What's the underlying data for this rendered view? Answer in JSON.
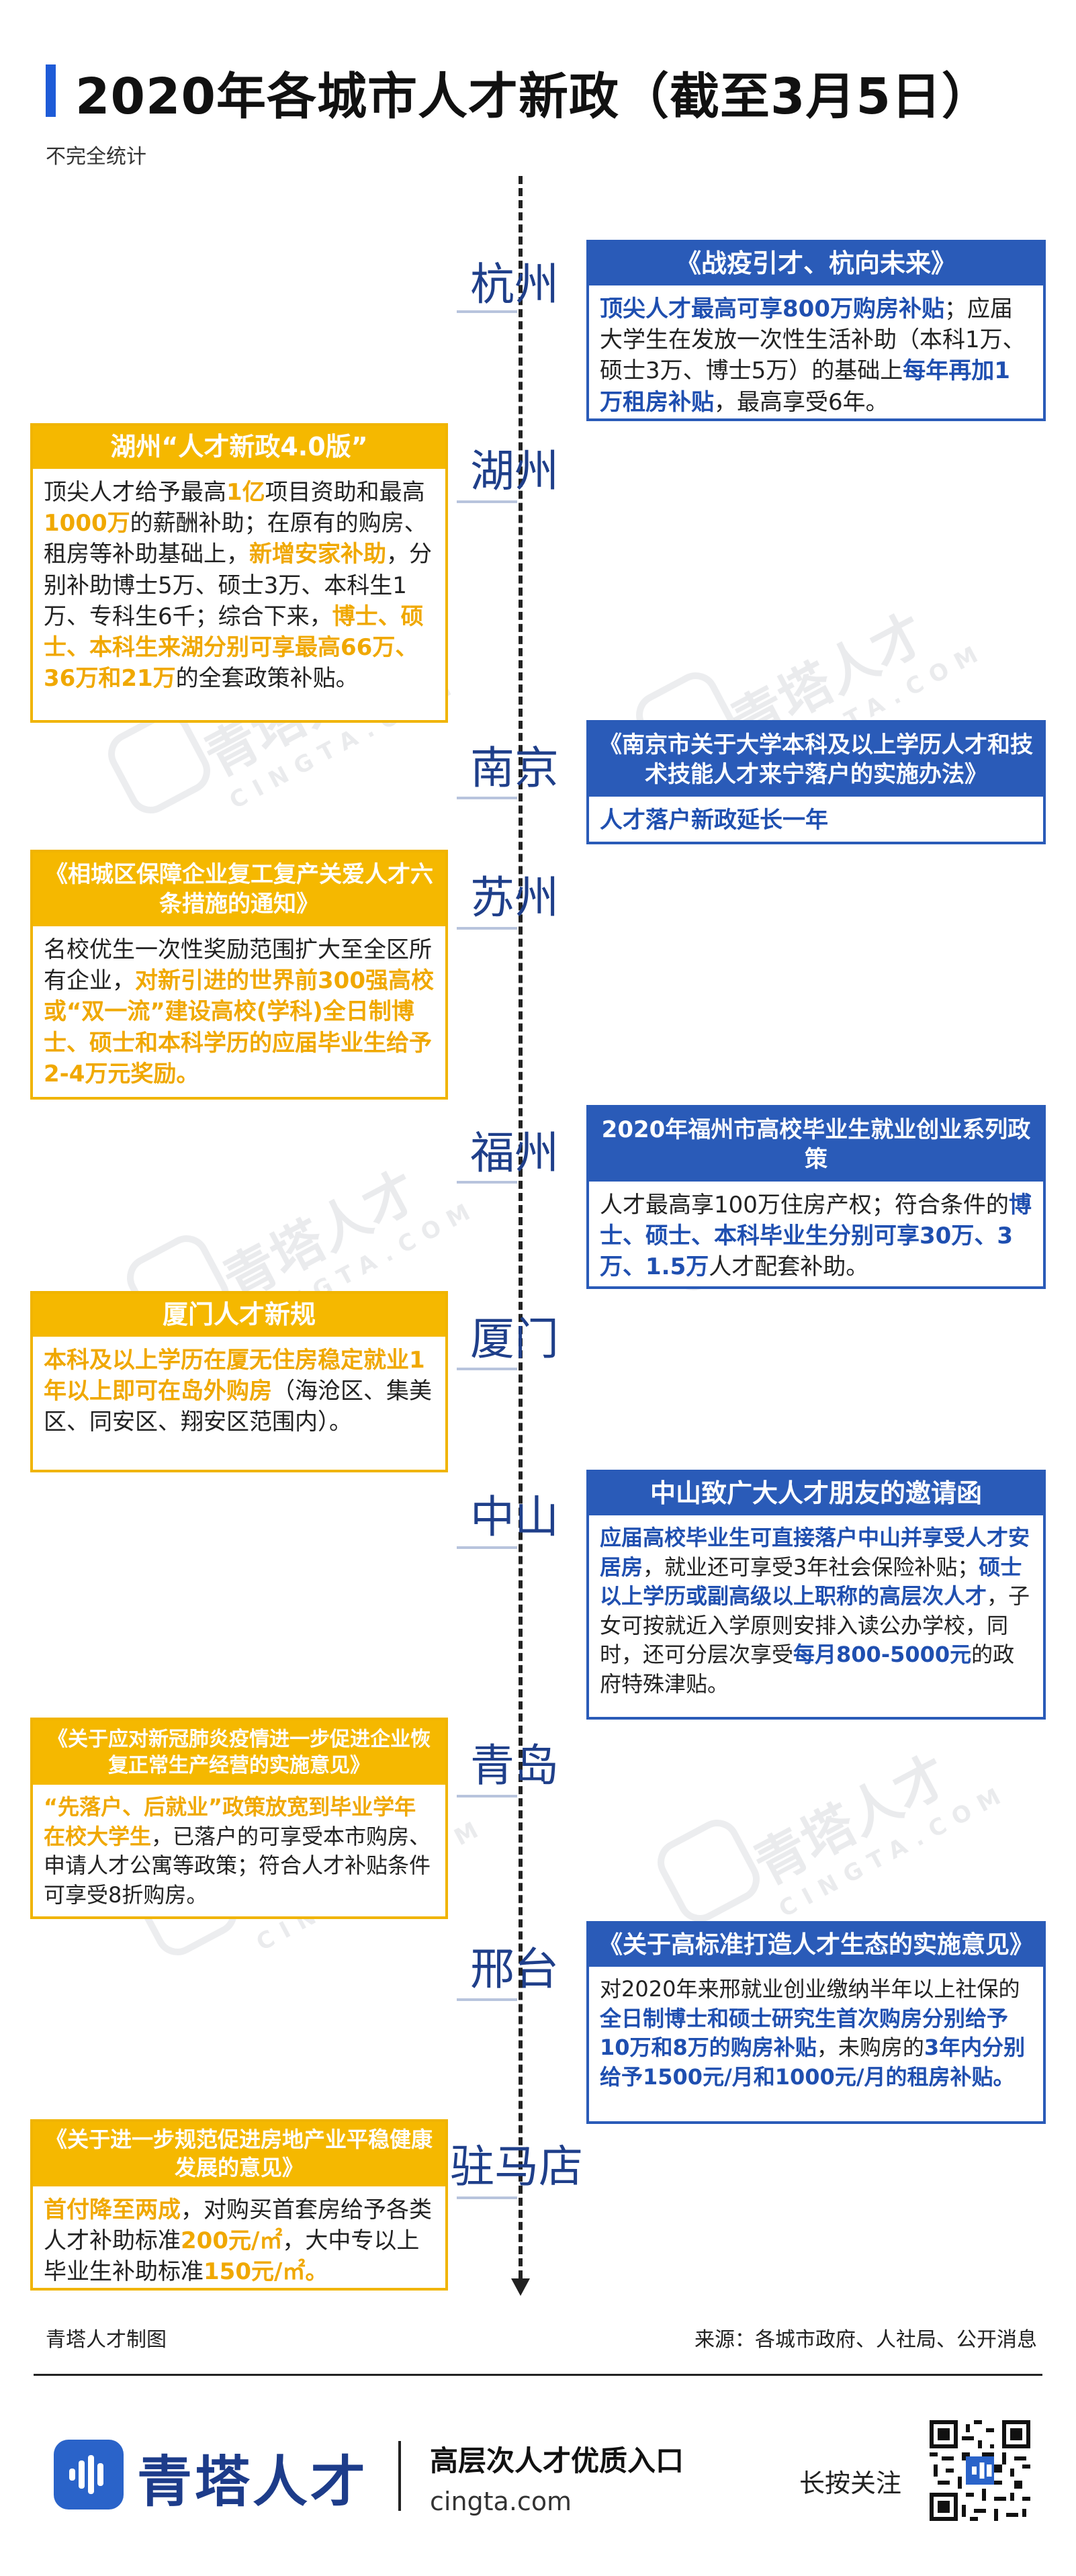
{
  "title": "2020年各城市人才新政（截至3月5日）",
  "subtitle": "不完全统计",
  "cities": {
    "hangzhou": {
      "name": "杭州",
      "head": "《战疫引才、杭向未来》",
      "body": [
        {
          "t": "顶尖人才最高可享800万购房补贴",
          "h": true
        },
        {
          "t": "；应届大学生在发放一次性生活补助（本科1万、硕士3万、博士5万）的基础上",
          "h": false
        },
        {
          "t": "每年再加1万租房补贴",
          "h": true
        },
        {
          "t": "，最高享受6年。",
          "h": false
        }
      ]
    },
    "huzhou": {
      "name": "湖州",
      "head": "湖州“人才新政4.0版”",
      "body": [
        {
          "t": "顶尖人才给予最高",
          "h": false
        },
        {
          "t": "1亿",
          "h": true
        },
        {
          "t": "项目资助和最高",
          "h": false
        },
        {
          "t": "1000万",
          "h": true
        },
        {
          "t": "的薪酬补助；在原有的购房、租房等补助基础上，",
          "h": false
        },
        {
          "t": "新增安家补助",
          "h": true
        },
        {
          "t": "，分别补助博士5万、硕士3万、本科生1万、专科生6千；综合下来，",
          "h": false
        },
        {
          "t": "博士、硕士、本科生来湖分别可享最高66万、36万和21万",
          "h": true
        },
        {
          "t": "的全套政策补贴。",
          "h": false
        }
      ]
    },
    "nanjing": {
      "name": "南京",
      "head": "《南京市关于大学本科及以上学历人才和技术技能人才来宁落户的实施办法》",
      "body": [
        {
          "t": "人才落户新政延长一年",
          "h": true
        }
      ]
    },
    "suzhou": {
      "name": "苏州",
      "head": "《相城区保障企业复工复产关爱人才六条措施的通知》",
      "body": [
        {
          "t": "名校优生一次性奖励范围扩大至全区所有企业，",
          "h": false
        },
        {
          "t": "对新引进的世界前300强高校或“双一流”建设高校(学科)全日制博士、硕士和本科学历的应届毕业生给予2-4万元奖励。",
          "h": true
        }
      ]
    },
    "fuzhou": {
      "name": "福州",
      "head": "2020年福州市高校毕业生就业创业系列政策",
      "body": [
        {
          "t": "人才最高享100万住房产权；符合条件的",
          "h": false
        },
        {
          "t": "博士、硕士、本科毕业生分别可享30万、3万、1.5万",
          "h": true
        },
        {
          "t": "人才配套补助。",
          "h": false
        }
      ]
    },
    "xiamen": {
      "name": "厦门",
      "head": "厦门人才新规",
      "body": [
        {
          "t": "本科及以上学历在厦无住房稳定就业1年以上即可在岛外购房",
          "h": true
        },
        {
          "t": "（海沧区、集美区、同安区、翔安区范围内）。",
          "h": false
        }
      ]
    },
    "zhongshan": {
      "name": "中山",
      "head": "中山致广大人才朋友的邀请函",
      "body": [
        {
          "t": "应届高校毕业生可直接落户中山并享受人才安居房",
          "h": true
        },
        {
          "t": "，就业还可享受3年社会保险补贴；",
          "h": false
        },
        {
          "t": "硕士以上学历或副高级以上职称的高层次人才",
          "h": true
        },
        {
          "t": "，子女可按就近入学原则安排入读公办学校，同时，还可分层次享受",
          "h": false
        },
        {
          "t": "每月800-5000元",
          "h": true
        },
        {
          "t": "的政府特殊津贴。",
          "h": false
        }
      ]
    },
    "qingdao": {
      "name": "青岛",
      "head": "《关于应对新冠肺炎疫情进一步促进企业恢复正常生产经营的实施意见》",
      "body": [
        {
          "t": "“先落户、后就业”政策放宽到毕业学年在校大学生",
          "h": true
        },
        {
          "t": "，已落户的可享受本市购房、申请人才公寓等政策；符合人才补贴条件可享受8折购房。",
          "h": false
        }
      ]
    },
    "xingtai": {
      "name": "邢台",
      "head": "《关于高标准打造人才生态的实施意见》",
      "body": [
        {
          "t": "对2020年来邢就业创业缴纳半年以上社保的",
          "h": false
        },
        {
          "t": "全日制博士和硕士研究生首次购房分别给予10万和8万的购房补贴",
          "h": true
        },
        {
          "t": "，未购房的",
          "h": false
        },
        {
          "t": "3年内分别给予1500元/月和1000元/月的租房补贴。",
          "h": true
        }
      ]
    },
    "zhumadian": {
      "name": "驻马店",
      "head": "《关于进一步规范促进房地产业平稳健康发展的意见》",
      "body": [
        {
          "t": "首付降至两成",
          "h": true
        },
        {
          "t": "，对购买首套房给予各类人才补助标准",
          "h": false
        },
        {
          "t": "200元/㎡",
          "h": true
        },
        {
          "t": "，大中专以上毕业生补助标准",
          "h": false
        },
        {
          "t": "150元/㎡。",
          "h": true
        }
      ]
    }
  },
  "watermark": {
    "brand": "青塔人才",
    "domain": "CINGTA.COM"
  },
  "footer": {
    "credit": "青塔人才制图",
    "source": "来源：各城市政府、人社局、公开消息"
  },
  "brand": {
    "name": "青塔人才",
    "tagline": "高层次人才优质入口",
    "url": "cingta.com",
    "press": "长按关注"
  },
  "colors": {
    "blue": "#2a5bb8",
    "gold": "#f5b800",
    "city": "#1f3f8a"
  }
}
